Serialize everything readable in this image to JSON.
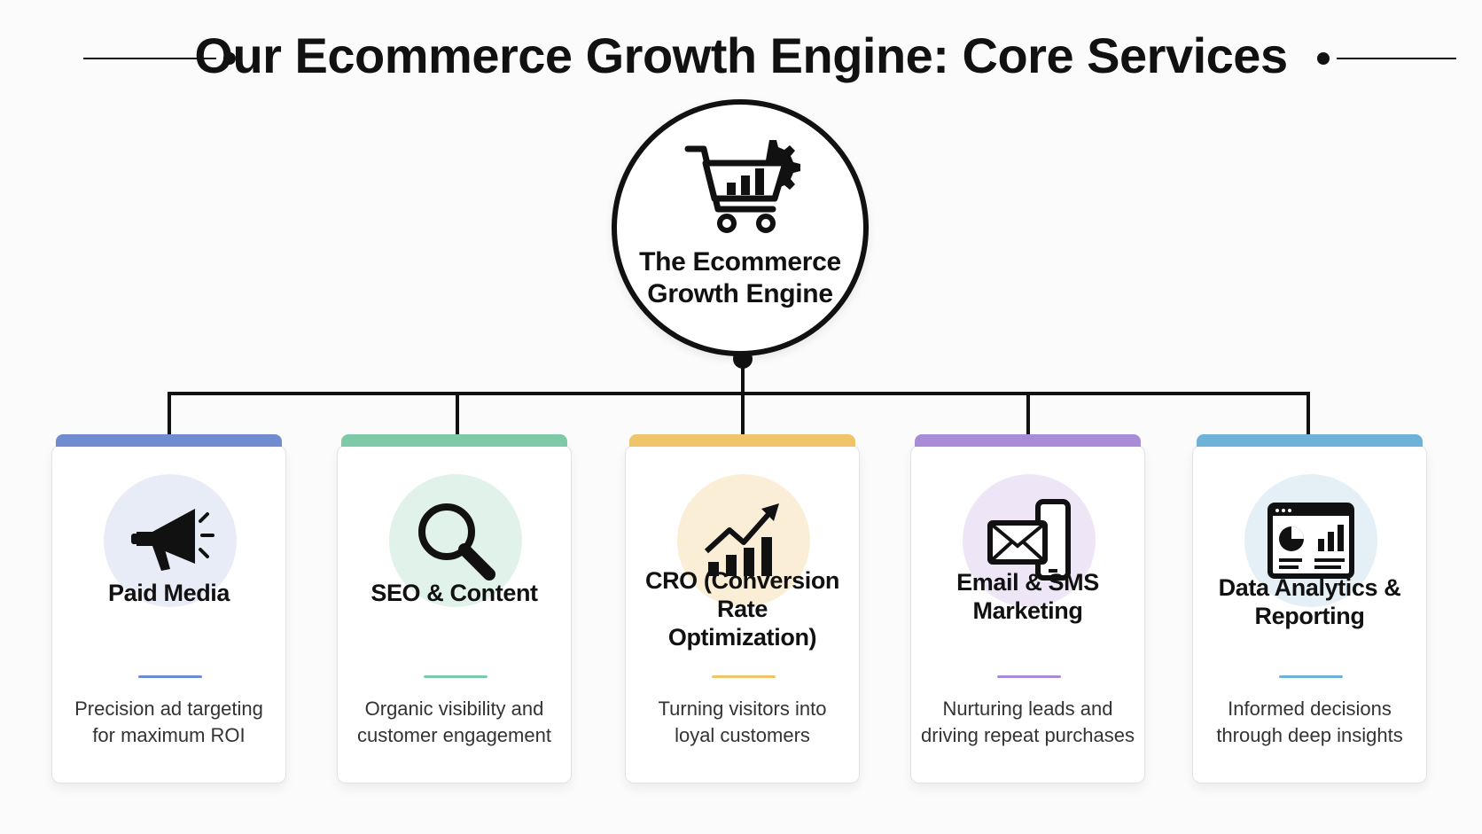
{
  "header": {
    "title": "Our Ecommerce Growth Engine: Core Services"
  },
  "hub": {
    "label_line1": "The Ecommerce",
    "label_line2": "Growth Engine",
    "icon": "cart-gear-icon"
  },
  "services": [
    {
      "title_line1": "Paid Media",
      "title_line2": "",
      "desc_line1": "Precision ad targeting",
      "desc_line2": "for maximum ROI",
      "icon": "megaphone-icon",
      "accent": "#6f8cd1",
      "circle": "#e8ecf6"
    },
    {
      "title_line1": "SEO & Content",
      "title_line2": "",
      "desc_line1": "Organic visibility and",
      "desc_line2": "customer engagement",
      "icon": "magnifier-icon",
      "accent": "#7ec9a7",
      "circle": "#e0f2ea"
    },
    {
      "title_line1": "CRO (Conversion Rate",
      "title_line2": "Optimization)",
      "desc_line1": "Turning visitors into",
      "desc_line2": "loyal customers",
      "icon": "growth-chart-icon",
      "accent": "#f0c46a",
      "circle": "#fbeed6"
    },
    {
      "title_line1": "Email & SMS",
      "title_line2": "Marketing",
      "desc_line1": "Nurturing leads and",
      "desc_line2": "driving repeat purchases",
      "icon": "email-phone-icon",
      "accent": "#a98cd8",
      "circle": "#eee6f7"
    },
    {
      "title_line1": "Data Analytics &",
      "title_line2": "Reporting",
      "desc_line1": "Informed decisions",
      "desc_line2": "through deep insights",
      "icon": "dashboard-icon",
      "accent": "#6fb2d8",
      "circle": "#e4eff6"
    }
  ]
}
